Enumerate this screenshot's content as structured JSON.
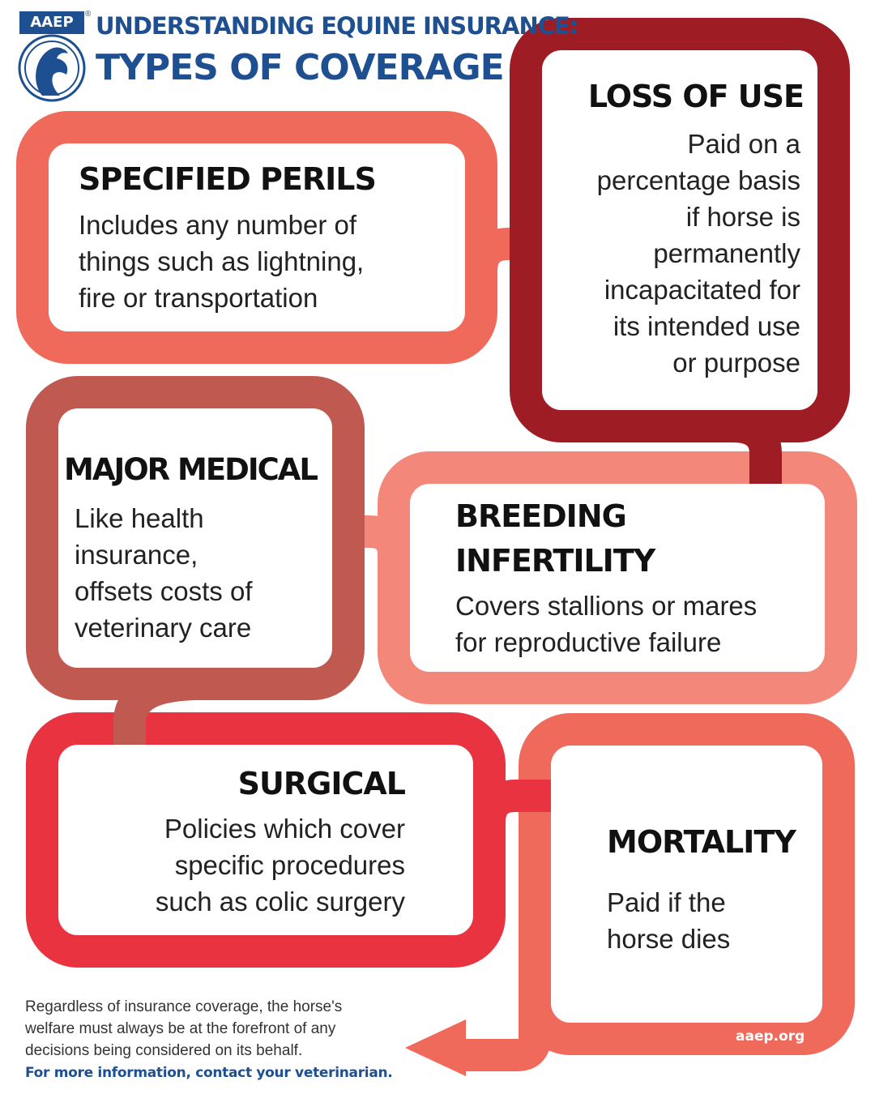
{
  "header": {
    "logo_text": "AAEP",
    "registered": "®",
    "title_line1": "UNDERSTANDING EQUINE INSURANCE:",
    "title_line2": "TYPES OF COVERAGE"
  },
  "colors": {
    "salmon": "#ef6a5b",
    "dark_red": "#9e1d25",
    "light_salmon": "#f3877a",
    "brick": "#c05a50",
    "red": "#e93340",
    "navy": "#1d4f91"
  },
  "cards": {
    "specified_perils": {
      "title": "SPECIFIED PERILS",
      "body": [
        "Includes any number of",
        "things such as lightning,",
        "fire or transportation"
      ]
    },
    "loss_of_use": {
      "title": "LOSS OF USE",
      "body": [
        "Paid on a",
        "percentage basis",
        "if horse is",
        "permanently",
        "incapacitated for",
        "its intended use",
        "or purpose"
      ]
    },
    "major_medical": {
      "title": "MAJOR MEDICAL",
      "body": [
        "Like health",
        "insurance,",
        "offsets costs of",
        "veterinary care"
      ]
    },
    "breeding_infertility": {
      "title_line1": "BREEDING",
      "title_line2": "INFERTILITY",
      "body": [
        "Covers stallions or mares",
        "for reproductive failure"
      ]
    },
    "surgical": {
      "title": "SURGICAL",
      "body": [
        "Policies which cover",
        "specific procedures",
        "such as colic surgery"
      ]
    },
    "mortality": {
      "title": "MORTALITY",
      "body": [
        "Paid if the",
        "horse dies"
      ]
    }
  },
  "footer": {
    "note": [
      "Regardless of insurance coverage, the horse's",
      "welfare must always be at the forefront of any",
      "decisions being considered on its behalf."
    ],
    "cta": "For more information, contact your veterinarian.",
    "website": "aaep.org"
  }
}
